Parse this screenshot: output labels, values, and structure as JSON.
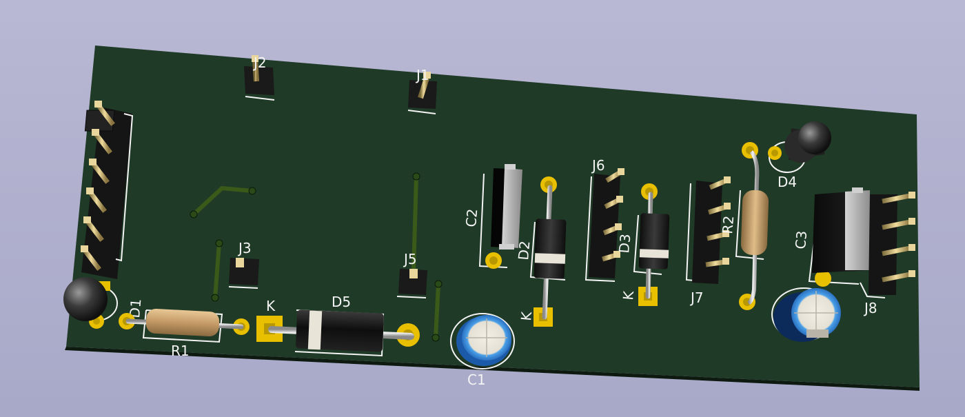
{
  "board": {
    "colors": {
      "background": "#b0b0ce",
      "pcb": "#1f3a26",
      "pad": "#e8c000",
      "trace": "#3a5a1a",
      "silkscreen": "#f4f4f4"
    }
  },
  "labels": {
    "j2": "J2",
    "j1": "J1",
    "j3": "J3",
    "j5": "J5",
    "j6": "J6",
    "j7": "J7",
    "j8": "J8",
    "d1": "D1",
    "d2": "D2",
    "d3": "D3",
    "d4": "D4",
    "d5": "D5",
    "r1": "R1",
    "r2": "R2",
    "c1": "C1",
    "c2": "C2",
    "c3": "C3",
    "k_d5": "K",
    "k_d2": "K",
    "k_d3": "K"
  }
}
